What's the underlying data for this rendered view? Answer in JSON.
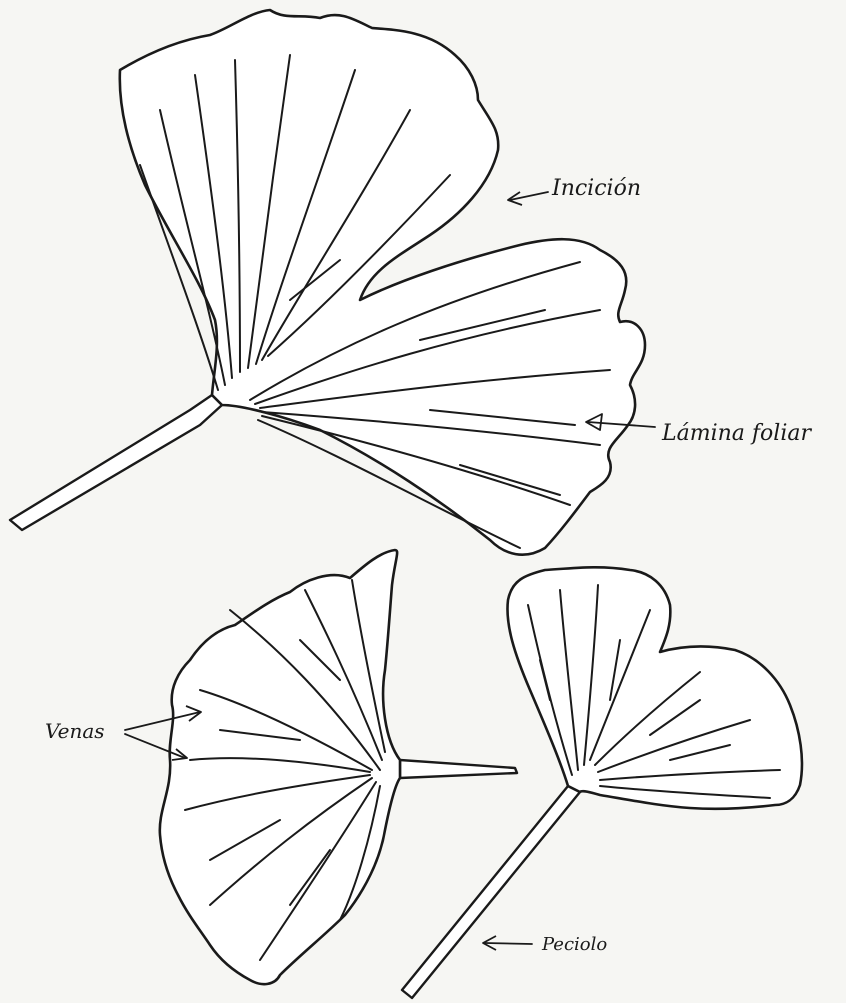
{
  "labels": {
    "incision": "Incición",
    "lamina": "Lámina foliar",
    "venas": "Venas",
    "peciolo": "Peciolo"
  }
}
